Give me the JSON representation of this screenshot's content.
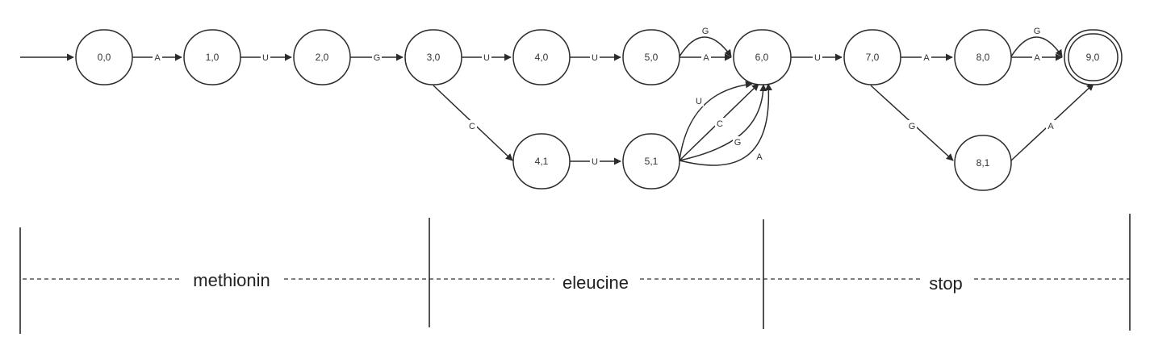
{
  "states": [
    {
      "id": "s00",
      "label": "0,0"
    },
    {
      "id": "s10",
      "label": "1,0"
    },
    {
      "id": "s20",
      "label": "2,0"
    },
    {
      "id": "s30",
      "label": "3,0"
    },
    {
      "id": "s40",
      "label": "4,0"
    },
    {
      "id": "s50",
      "label": "5,0"
    },
    {
      "id": "s60",
      "label": "6,0"
    },
    {
      "id": "s70",
      "label": "7,0"
    },
    {
      "id": "s80",
      "label": "8,0"
    },
    {
      "id": "s90",
      "label": "9,0",
      "accepting": true
    },
    {
      "id": "s41",
      "label": "4,1"
    },
    {
      "id": "s51",
      "label": "5,1"
    },
    {
      "id": "s81",
      "label": "8,1"
    }
  ],
  "transitions": [
    {
      "from": "s00",
      "to": "s10",
      "label": "A"
    },
    {
      "from": "s10",
      "to": "s20",
      "label": "U"
    },
    {
      "from": "s20",
      "to": "s30",
      "label": "G"
    },
    {
      "from": "s30",
      "to": "s40",
      "label": "U"
    },
    {
      "from": "s40",
      "to": "s50",
      "label": "U"
    },
    {
      "from": "s50",
      "to": "s60",
      "label": "A"
    },
    {
      "from": "s50",
      "to": "s60",
      "label": "G"
    },
    {
      "from": "s30",
      "to": "s41",
      "label": "C"
    },
    {
      "from": "s41",
      "to": "s51",
      "label": "U"
    },
    {
      "from": "s51",
      "to": "s60",
      "label": "U"
    },
    {
      "from": "s51",
      "to": "s60",
      "label": "C"
    },
    {
      "from": "s51",
      "to": "s60",
      "label": "G"
    },
    {
      "from": "s51",
      "to": "s60",
      "label": "A"
    },
    {
      "from": "s60",
      "to": "s70",
      "label": "U"
    },
    {
      "from": "s70",
      "to": "s80",
      "label": "A"
    },
    {
      "from": "s80",
      "to": "s90",
      "label": "A"
    },
    {
      "from": "s80",
      "to": "s90",
      "label": "G"
    },
    {
      "from": "s70",
      "to": "s81",
      "label": "G"
    },
    {
      "from": "s81",
      "to": "s90",
      "label": "A"
    }
  ],
  "segments": [
    {
      "label": "methionin"
    },
    {
      "label": "eleucine"
    },
    {
      "label": "stop"
    }
  ]
}
